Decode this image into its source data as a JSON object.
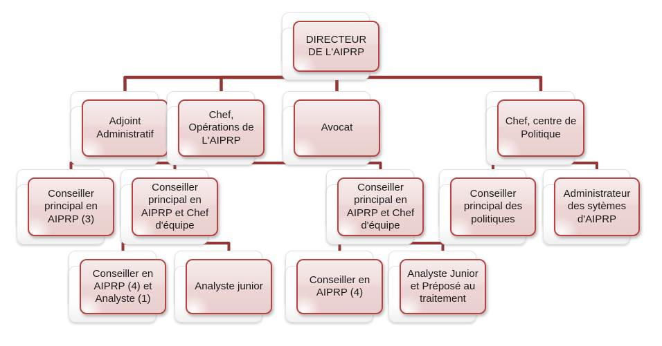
{
  "diagram": {
    "type": "org-chart",
    "title": "",
    "nodes": [
      {
        "id": "directeur",
        "label": "DIRECTEUR DE L'AIPRP",
        "parent": null
      },
      {
        "id": "adjoint",
        "label": "Adjoint Administratif",
        "parent": "directeur"
      },
      {
        "id": "chef-operations",
        "label": "Chef, Opérations de L'AIPRP",
        "parent": "directeur"
      },
      {
        "id": "avocat",
        "label": "Avocat",
        "parent": "directeur"
      },
      {
        "id": "chef-politique",
        "label": "Chef, centre de Politique",
        "parent": "directeur"
      },
      {
        "id": "conseiller-principal-aiprp",
        "label": "Conseiller principal en AIPRP (3)",
        "parent": "chef-operations"
      },
      {
        "id": "chef-equipe-1",
        "label": "Conseiller principal en AIPRP et Chef d'équipe",
        "parent": "chef-operations"
      },
      {
        "id": "chef-equipe-2",
        "label": "Conseiller principal en AIPRP et Chef d'équipe",
        "parent": "chef-operations"
      },
      {
        "id": "conseiller-politiques",
        "label": "Conseiller principal des politiques",
        "parent": "chef-politique"
      },
      {
        "id": "admin-systemes",
        "label": "Administrateur des sytèmes d'AIPRP",
        "parent": "chef-politique"
      },
      {
        "id": "conseiller-aiprp4-analyste",
        "label": "Conseiller en AIPRP (4) et Analyste (1)",
        "parent": "chef-equipe-1"
      },
      {
        "id": "analyste-junior",
        "label": "Analyste junior",
        "parent": "chef-equipe-1"
      },
      {
        "id": "conseiller-aiprp4",
        "label": "Conseiller en AIPRP (4)",
        "parent": "chef-equipe-2"
      },
      {
        "id": "analyste-junior-prepose",
        "label": "Analyste Junior et Préposé au traitement",
        "parent": "chef-equipe-2"
      }
    ],
    "colors": {
      "node_fill": "#F2DCDB",
      "node_border": "#B8423F",
      "connector": "#943634",
      "backing_card": "#FFFFFF",
      "text": "#1A1A1A"
    }
  }
}
